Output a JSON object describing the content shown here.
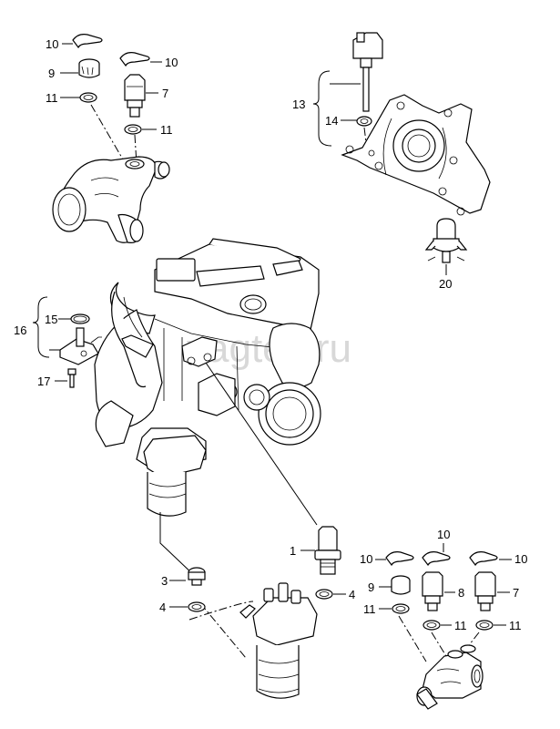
{
  "watermark": "vagtec.ru",
  "callouts": {
    "a10": "10",
    "a9": "9",
    "a11": "11",
    "b10": "10",
    "b7": "7",
    "b11": "11",
    "c13": "13",
    "c14": "14",
    "c20": "20",
    "d16": "16",
    "d15": "15",
    "d17": "17",
    "e1": "1",
    "e3": "3",
    "e4": "4",
    "e4b": "4",
    "f10a": "10",
    "f10b": "10",
    "f10c": "10",
    "f9": "9",
    "f8": "8",
    "f7": "7",
    "f11a": "11",
    "f11b": "11",
    "f11c": "11"
  }
}
